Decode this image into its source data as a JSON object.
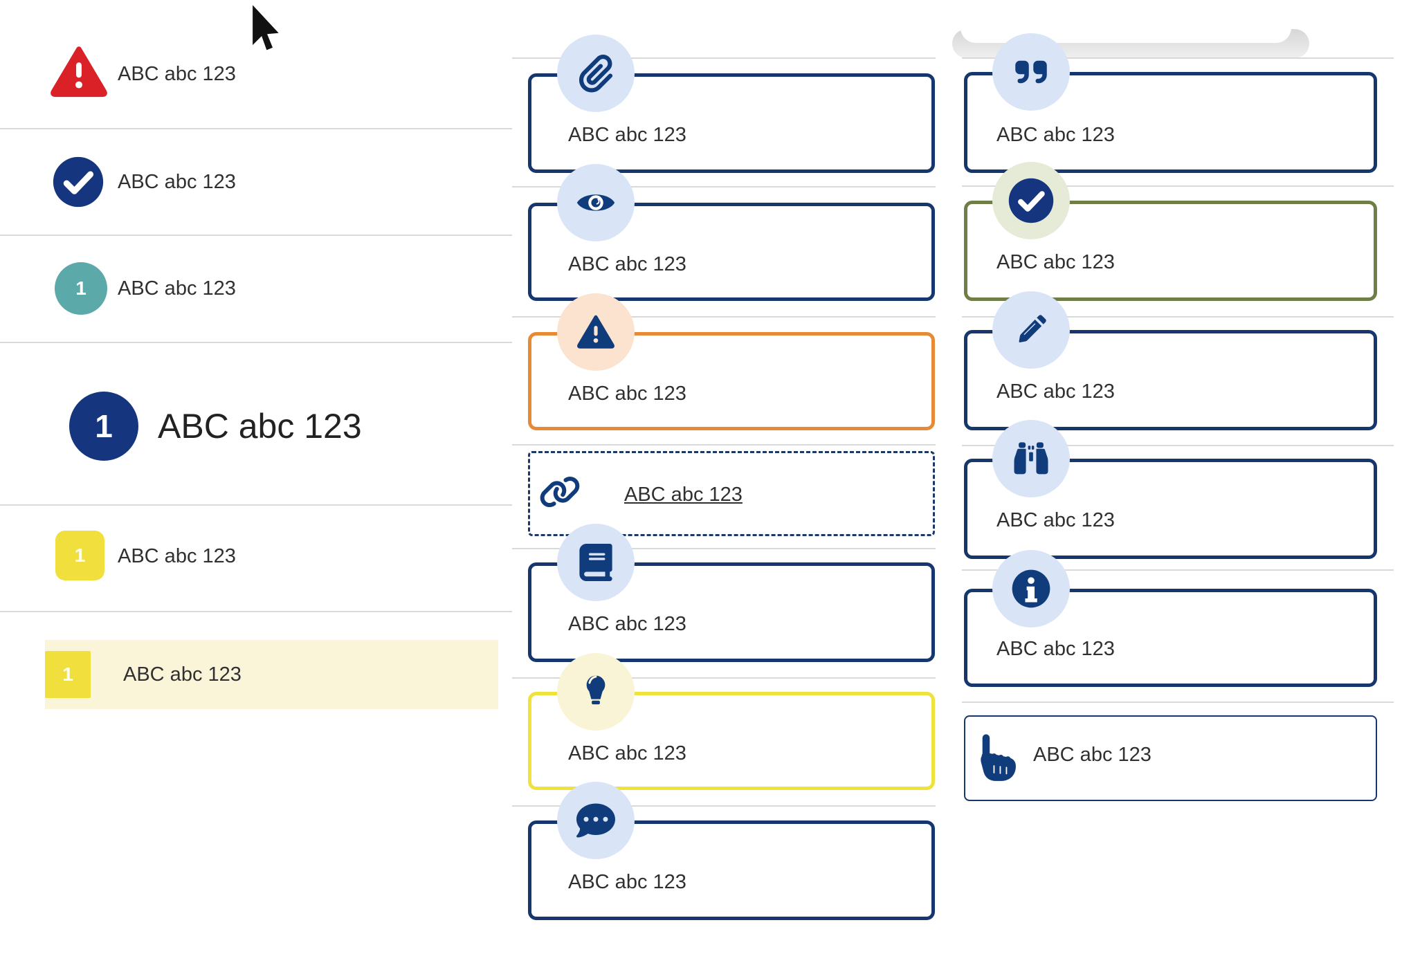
{
  "colors": {
    "navy_border": "#15376d",
    "icon_navy": "#113c7c",
    "orange_border": "#e78a35",
    "pale_orange": "#fbe3d0",
    "yellow_border": "#efe23a",
    "pale_yellow": "#f9f4d5",
    "olive_border": "#6f7d46",
    "pale_sage": "#e5ebd6",
    "pale_blue": "#d9e5f7",
    "red": "#da2127",
    "teal": "#5ca9a9",
    "navy_badge": "#15357e",
    "yellow_badge": "#f0df3d",
    "cream_highlight": "#faf4d8",
    "divider_gray": "#d9d9d9",
    "text": "#303030"
  },
  "icons": [
    "warning-triangle-icon",
    "check-circle-icon",
    "paperclip-icon",
    "eye-icon",
    "link-icon",
    "book-icon",
    "lightbulb-icon",
    "comment-dots-icon",
    "quote-right-icon",
    "pencil-icon",
    "binoculars-icon",
    "info-circle-icon",
    "hand-point-up-icon",
    "arrow-cursor-icon"
  ],
  "left_list": {
    "items": [
      {
        "icon": "warning-triangle-icon",
        "label": "ABC abc 123"
      },
      {
        "icon": "check-circle-icon",
        "label": "ABC abc 123"
      },
      {
        "badge": "1",
        "label": "ABC abc 123"
      },
      {
        "badge": "1",
        "label": "ABC abc 123"
      },
      {
        "badge": "1",
        "label": "ABC abc 123"
      },
      {
        "badge": "1",
        "label": "ABC abc 123",
        "highlighted": true
      }
    ]
  },
  "middle": {
    "cards": [
      {
        "icon": "paperclip-icon",
        "label": "ABC abc 123"
      },
      {
        "icon": "eye-icon",
        "label": "ABC abc 123"
      },
      {
        "icon": "warning-triangle-icon",
        "label": "ABC abc 123"
      },
      {
        "icon": "link-icon",
        "label": "ABC abc 123",
        "link": true
      },
      {
        "icon": "book-icon",
        "label": "ABC abc 123"
      },
      {
        "icon": "lightbulb-icon",
        "label": "ABC abc 123"
      },
      {
        "icon": "comment-dots-icon",
        "label": "ABC abc 123"
      }
    ]
  },
  "right": {
    "cards": [
      {
        "icon": "quote-right-icon",
        "label": "ABC abc 123"
      },
      {
        "icon": "check-circle-icon",
        "label": "ABC abc 123"
      },
      {
        "icon": "pencil-icon",
        "label": "ABC abc 123"
      },
      {
        "icon": "binoculars-icon",
        "label": "ABC abc 123"
      },
      {
        "icon": "info-circle-icon",
        "label": "ABC abc 123"
      },
      {
        "icon": "hand-point-up-icon",
        "label": "ABC abc 123"
      }
    ]
  },
  "cursor": {
    "type": "arrow"
  }
}
